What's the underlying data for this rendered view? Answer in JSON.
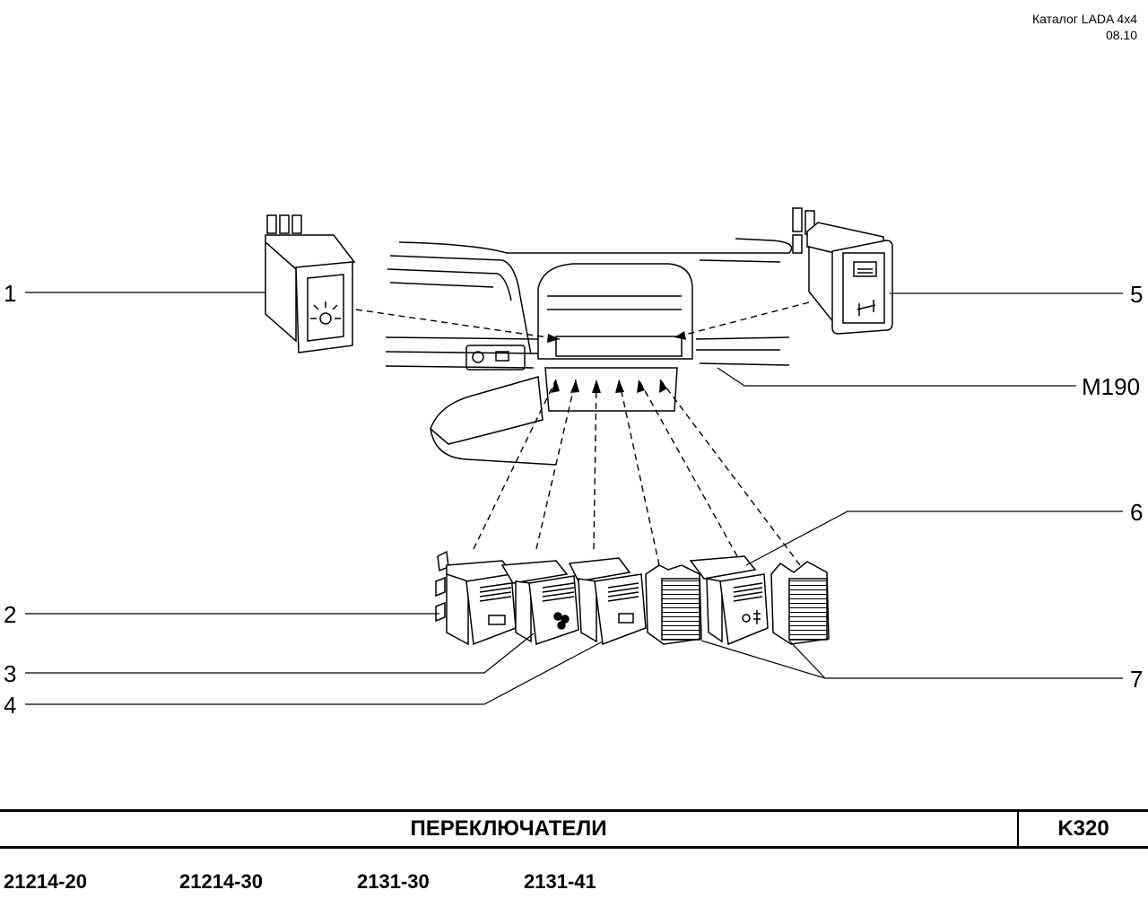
{
  "header": {
    "catalog": "Каталог  LADA  4x4",
    "date": "08.10"
  },
  "callouts": {
    "c1": "1",
    "c2": "2",
    "c3": "3",
    "c4": "4",
    "c5": "5",
    "c6": "6",
    "c7": "7",
    "m190": "M190"
  },
  "footer": {
    "title": "ПЕРЕКЛЮЧАТЕЛИ",
    "code": "K320"
  },
  "models": [
    "21214-20",
    "21214-30",
    "2131-30",
    "2131-41"
  ]
}
